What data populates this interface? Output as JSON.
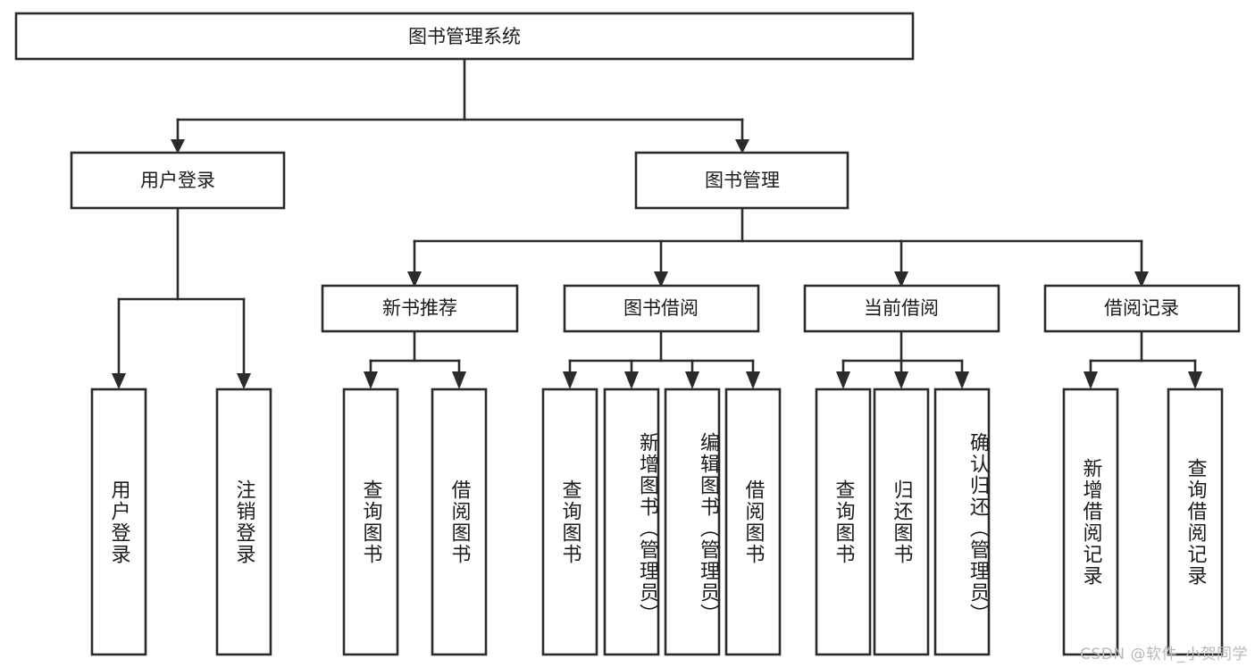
{
  "diagram": {
    "type": "tree",
    "title": "图书管理系统",
    "orientation": "top-down",
    "watermark": "CSDN @软件_小贺同学",
    "colors": {
      "box_stroke": "#2b2b2b",
      "box_fill": "#ffffff",
      "connector": "#2b2b2b",
      "text": "#1b1b1b",
      "watermark": "#b9b9b9",
      "background": "#ffffff"
    },
    "root": {
      "label": "图书管理系统"
    },
    "level2": [
      {
        "label": "用户登录"
      },
      {
        "label": "图书管理"
      }
    ],
    "level3": [
      {
        "label": "新书推荐"
      },
      {
        "label": "图书借阅"
      },
      {
        "label": "当前借阅"
      },
      {
        "label": "借阅记录"
      }
    ],
    "leaves": {
      "user_login": [
        {
          "label": "用户登录"
        },
        {
          "label": "注销登录"
        }
      ],
      "new_book_recommend": [
        {
          "label": "查询图书"
        },
        {
          "label": "借阅图书"
        }
      ],
      "book_borrow": [
        {
          "label": "查询图书"
        },
        {
          "label": "新增图书（管理员）"
        },
        {
          "label": "编辑图书（管理员）"
        },
        {
          "label": "借阅图书"
        }
      ],
      "current_borrow": [
        {
          "label": "查询图书"
        },
        {
          "label": "归还图书"
        },
        {
          "label": "确认归还（管理员）"
        }
      ],
      "borrow_record": [
        {
          "label": "新增借阅记录"
        },
        {
          "label": "查询借阅记录"
        }
      ]
    }
  }
}
